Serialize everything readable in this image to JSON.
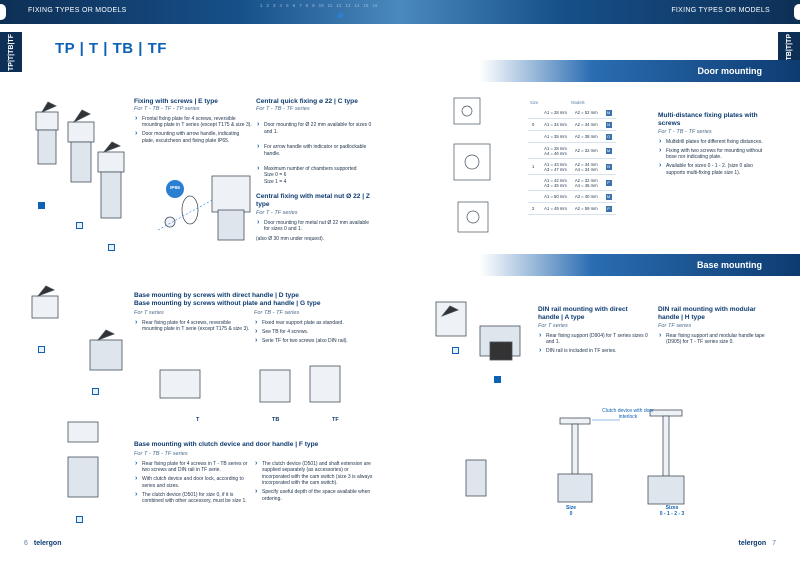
{
  "header": {
    "left_title": "FIXING TYPES OR MODELS",
    "right_title": "FIXING TYPES OR MODELS",
    "pages": [
      "1",
      "2",
      "3",
      "4",
      "5",
      "6",
      "7",
      "8",
      "9",
      "10",
      "11",
      "12",
      "13",
      "14",
      "15",
      "16"
    ]
  },
  "side_tabs": {
    "left": "TP|T|TB|TF",
    "right": "TF|TB|T|TP"
  },
  "brand_title": "TP | T | TB | TF",
  "bands": {
    "door": "Door mounting",
    "base": "Base mounting"
  },
  "sections": {
    "e_type": {
      "title": "Fixing with screws | E type",
      "subtitle": "For T - TB - TF - TP series",
      "items": [
        "Frontal fixing plate for 4 screws, reversible mounting plate in T series (except T175 & size 3).",
        "Door mounting with arrow handle, indicating plate, escutcheon and fixing plate IP65."
      ]
    },
    "c_type": {
      "title": "Central quick fixing ø 22 | C type",
      "subtitle": "For T - TB - TF series",
      "items": [
        "Door mounting for Ø 22 mm available for sizes 0 and 1.",
        "For arrow handle with indicator or padlockable handle.",
        "Maximum number of chambers supported\nSize 0 = 6\nSize 1 = 4"
      ]
    },
    "z_type": {
      "title": "Central fixing with metal nut Ø 22 | Z type",
      "subtitle": "For T - TF series",
      "items": [
        "Door mounting for metal nut Ø 22 mm available for sizes 0 and 1."
      ],
      "note": "(also Ø 30 mm under request)."
    },
    "multi": {
      "title": "Multi-distance fixing plates with screws",
      "subtitle": "For T - TB - TF series",
      "items": [
        "Multidrill plates for different fixing distances.",
        "Fixing with two screws for mounting without bose nor indicating plate.",
        "Available for sizes 0 - 1 - 2. (size 0 also supports multi-fixing plate size 1)."
      ]
    },
    "dg_type": {
      "title": "Base mounting by screws with direct handle | D type",
      "title2": "Base mounting by screws without plate and handle | G type",
      "t_sub": "For T series",
      "t_items": [
        "Rear fixing plate for 4 screws, reversible mounting plate in T serie (except T175 & size 3)."
      ],
      "tb_sub": "For TB - TF series",
      "tb_items": [
        "Fixed rear support plate as standard.",
        "See TB for 4 screws.",
        "Serie TF for two screws (also DIN rail)."
      ],
      "labels": [
        "T",
        "TB",
        "TF"
      ]
    },
    "a_type": {
      "title": "DIN rail mounting with direct handle | A type",
      "subtitle": "For T series",
      "items": [
        "Rear fixing support (D904) for T series sizes 0 and 1.",
        "DIN rail is included in TF series."
      ]
    },
    "h_type": {
      "title": "DIN rail mounting with modular handle | H type",
      "subtitle": "For TF series",
      "items": [
        "Rear fixing support and modular handle tape (D905) for T - TF series size 0."
      ]
    },
    "f_type": {
      "title": "Base mounting with clutch device and door handle | F type",
      "subtitle": "For T - TB - TF series",
      "col1": [
        "Rear fixing plate for 4 screws in T - TB series or two screws and DIN rail in TF serie.",
        "With clutch device and door lock, according to series and sizes.",
        "The clutch device (D501) for size 0, if it is combined with other accessory, must be size 1."
      ],
      "col2": [
        "The clutch device (D501) and shaft extension are supplied separately (as accessories) or incorporated with the cam switch (size 3 is always incorporated with the cam switch).",
        "Specify useful depth of the space available when ordering."
      ]
    },
    "clutch": {
      "label": "Clutch device with door interlock",
      "size0": "Size\n0",
      "sizes": "Sizes\n0 - 1 - 2 - 3"
    }
  },
  "models_table": {
    "headers": [
      "Size",
      "Models"
    ],
    "rows": [
      {
        "size": "",
        "a": "A1 = 28 mm",
        "b": "A2 = 52 mm",
        "code": "M"
      },
      {
        "size": "0",
        "a": "A1 = 34 mm",
        "b": "A2 = 34 mm",
        "code": "N"
      },
      {
        "size": "",
        "a": "A1 = 35 mm",
        "b": "A2 = 38 mm",
        "code": "O"
      },
      {
        "size": "",
        "a": "A1 = 28 mm\nA4 = 46 mm",
        "b": "A2 = 32 mm",
        "code": "M"
      },
      {
        "size": "1",
        "a": "A1 = 43 mm\nA3 = 47 mm",
        "b": "A2 = 34 mm\nA4 = 34 mm",
        "code": "N"
      },
      {
        "size": "",
        "a": "A1 = 42 mm\nA3 = 45 mm",
        "b": "A2 = 32 mm\nA4 = 45 mm",
        "code": "P"
      },
      {
        "size": "",
        "a": "A1 = 50 mm",
        "b": "A3 = 40 mm",
        "code": "M"
      },
      {
        "size": "2",
        "a": "A1 = 49 mm",
        "b": "A2 = 59 mm",
        "code": "P"
      }
    ]
  },
  "footer": {
    "left_num": "6",
    "left_brand": "telergon",
    "right_brand": "telergon",
    "right_num": "7"
  },
  "colors": {
    "navy": "#0d2f55",
    "accent": "#0d62b5"
  }
}
